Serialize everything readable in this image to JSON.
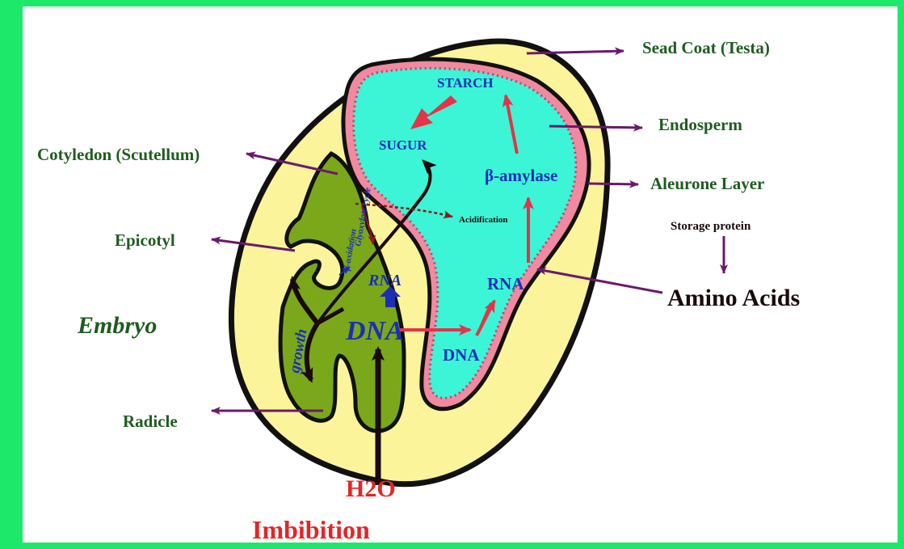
{
  "labels": {
    "seed_coat": "Sead Coat (Testa)",
    "endosperm": "Endosperm",
    "aleurone_layer": "Aleurone Layer",
    "storage_protein": "Storage protein",
    "amino_acids": "Amino Acids",
    "cotyledon": "Cotyledon (Scutellum)",
    "epicotyl": "Epicotyl",
    "embryo": "Embryo",
    "radicle": "Radicle",
    "water": "H2O",
    "imbibition": "Imbibition",
    "starch": "STARCH",
    "sugar": "SUGUR",
    "beta_amylase": "β-amylase",
    "rna_endosperm": "RNA",
    "dna_endosperm": "DNA",
    "rna_embryo": "RNA",
    "dna_embryo": "DNA",
    "growth": "growth",
    "acidification": "Acidification",
    "beta_oxidation": "β-oxidation",
    "glyoxylate_cycle": "Glyoxylate cycle"
  },
  "colors": {
    "frame": "#1ee86a",
    "seed_coat": "#fbf49a",
    "endosperm": "#3cf5d6",
    "aleurone": "#f08aa0",
    "embryo": "#7aa81a",
    "pointer": "#6a1a6a",
    "red_arrow": "#e53348",
    "label_green": "#1f5c1f",
    "label_blue": "#1c2fb4"
  }
}
